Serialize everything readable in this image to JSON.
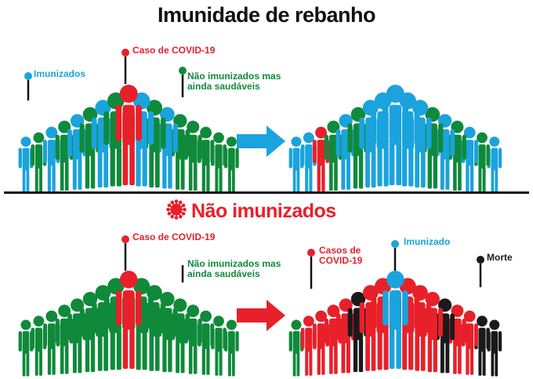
{
  "title": "Imunidade de rebanho",
  "section2_title": "Não imunizados",
  "colors": {
    "immunized": "#1aa3dc",
    "covid": "#e8202a",
    "healthy": "#0f8a3a",
    "death": "#1a1a1a",
    "arrow_top": "#1aa3dc",
    "arrow_bottom": "#e8202a"
  },
  "top": {
    "label_immunized": "Imunizados",
    "label_covid": "Caso de COVID-19",
    "label_healthy": "Não imunizados mas ainda saudáveis"
  },
  "bottom": {
    "label_covid": "Caso de COVID-19",
    "label_healthy": "Não imunizados mas ainda saudáveis",
    "label_cases": "Casos de COVID-19",
    "label_immunized": "Imunizado",
    "label_death": "Morte"
  }
}
